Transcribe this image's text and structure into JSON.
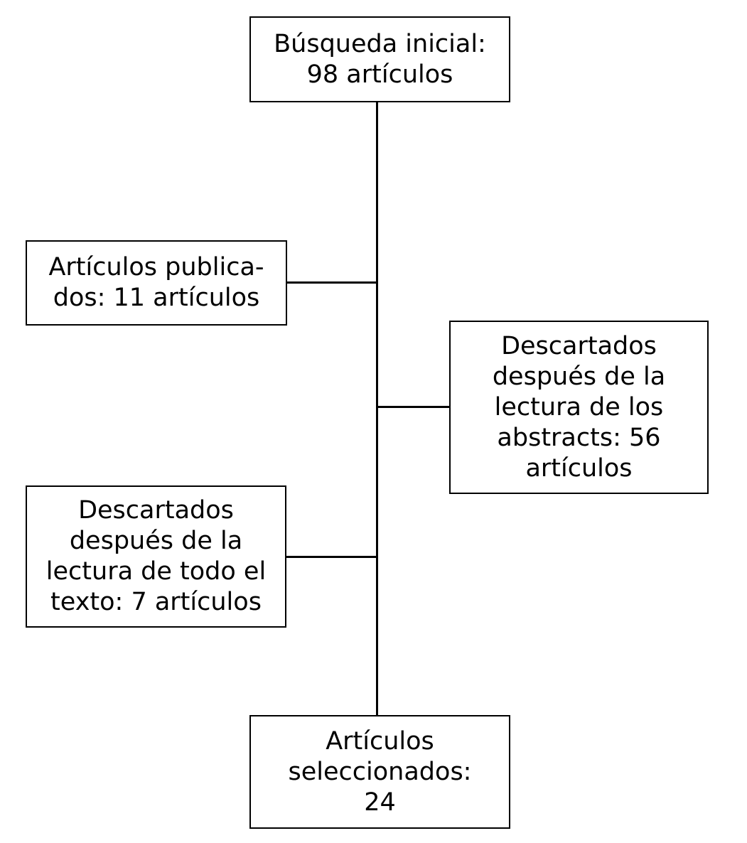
{
  "colors": {
    "background": "#ffffff",
    "box_border": "#000000",
    "line": "#000000",
    "text": "#000000"
  },
  "diagram": {
    "type": "flowchart",
    "boxes": {
      "initial_search": {
        "label": "Búsqueda inicial:\n98 artículos",
        "count": 98
      },
      "published": {
        "label": "Artículos publica-\ndos: 11 artículos",
        "count": 11
      },
      "discarded_abstracts": {
        "label": "Descartados\ndespués de la\nlectura de los\nabstracts: 56\nartículos",
        "count": 56
      },
      "discarded_full_text": {
        "label": "Descartados\ndespués de la\nlectura de todo el\ntexto: 7 artículos",
        "count": 7
      },
      "selected": {
        "label": "Artículos\nseleccionados:\n24",
        "count": 24
      }
    }
  }
}
